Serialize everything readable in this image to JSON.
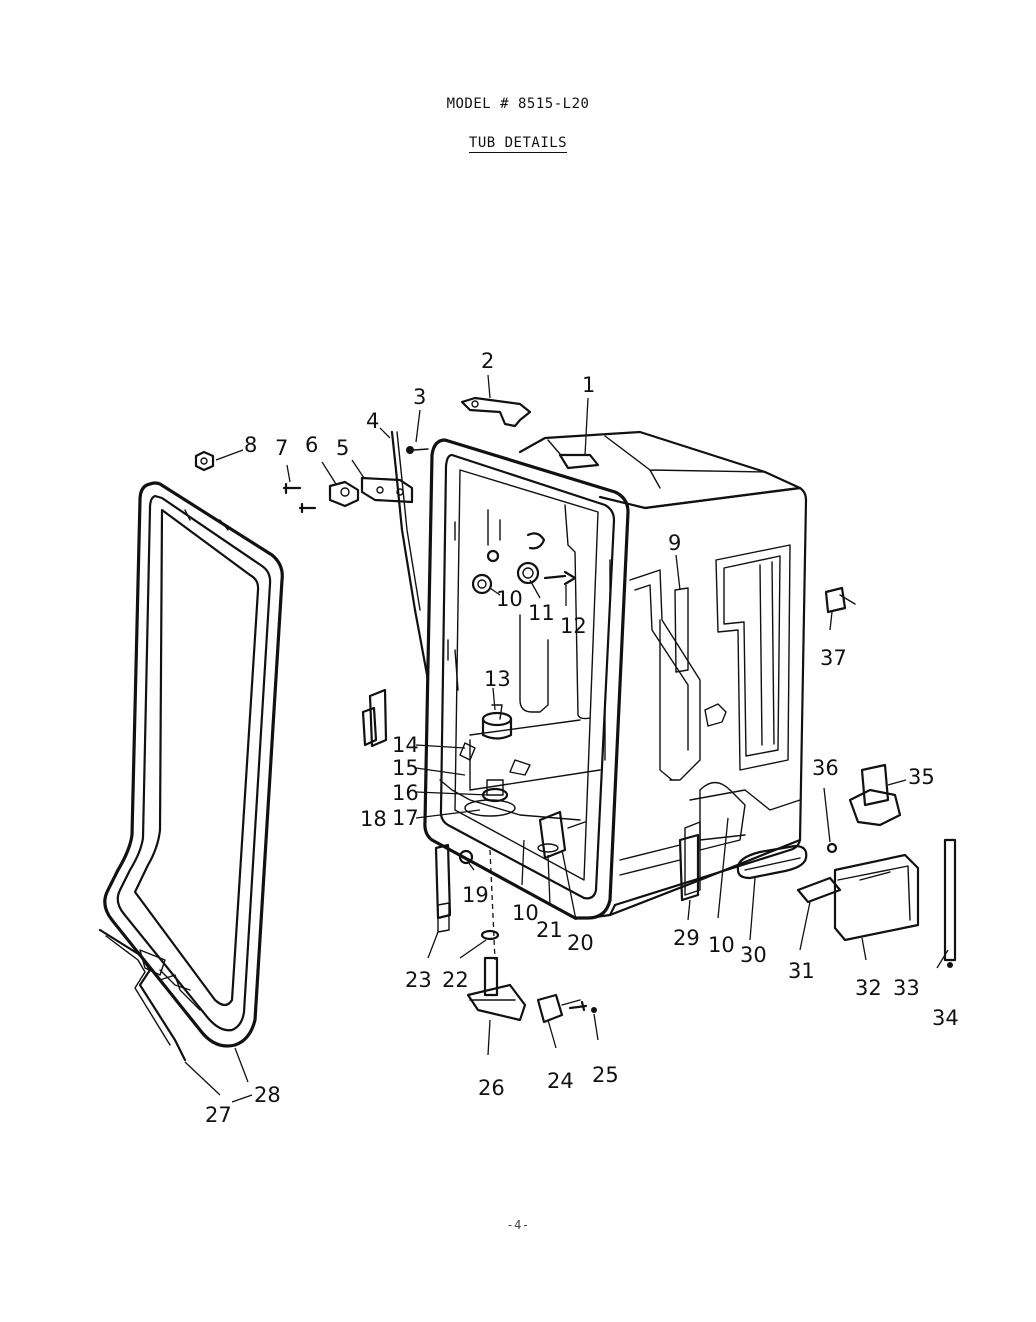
{
  "header": {
    "model": "MODEL # 8515-L20",
    "subtitle": "TUB DETAILS"
  },
  "footer": {
    "page_mark": "-4-"
  },
  "callouts": [
    {
      "id": "c1",
      "label": "1"
    },
    {
      "id": "c2",
      "label": "2"
    },
    {
      "id": "c3",
      "label": "3"
    },
    {
      "id": "c4",
      "label": "4"
    },
    {
      "id": "c5",
      "label": "5"
    },
    {
      "id": "c6",
      "label": "6"
    },
    {
      "id": "c7",
      "label": "7"
    },
    {
      "id": "c8",
      "label": "8"
    },
    {
      "id": "c9",
      "label": "9"
    },
    {
      "id": "c10a",
      "label": "10"
    },
    {
      "id": "c11",
      "label": "11"
    },
    {
      "id": "c12",
      "label": "12"
    },
    {
      "id": "c13",
      "label": "13"
    },
    {
      "id": "c14",
      "label": "14"
    },
    {
      "id": "c15",
      "label": "15"
    },
    {
      "id": "c16",
      "label": "16"
    },
    {
      "id": "c17",
      "label": "17"
    },
    {
      "id": "c18",
      "label": "18"
    },
    {
      "id": "c19",
      "label": "19"
    },
    {
      "id": "c10b",
      "label": "10"
    },
    {
      "id": "c21",
      "label": "21"
    },
    {
      "id": "c20",
      "label": "20"
    },
    {
      "id": "c29",
      "label": "29"
    },
    {
      "id": "c10c",
      "label": "10"
    },
    {
      "id": "c30",
      "label": "30"
    },
    {
      "id": "c31",
      "label": "31"
    },
    {
      "id": "c32",
      "label": "32"
    },
    {
      "id": "c33",
      "label": "33"
    },
    {
      "id": "c34",
      "label": "34"
    },
    {
      "id": "c35",
      "label": "35"
    },
    {
      "id": "c36",
      "label": "36"
    },
    {
      "id": "c37",
      "label": "37"
    },
    {
      "id": "c23",
      "label": "23"
    },
    {
      "id": "c22",
      "label": "22"
    },
    {
      "id": "c26",
      "label": "26"
    },
    {
      "id": "c24",
      "label": "24"
    },
    {
      "id": "c25",
      "label": "25"
    },
    {
      "id": "c27",
      "label": "27"
    },
    {
      "id": "c28",
      "label": "28"
    }
  ]
}
